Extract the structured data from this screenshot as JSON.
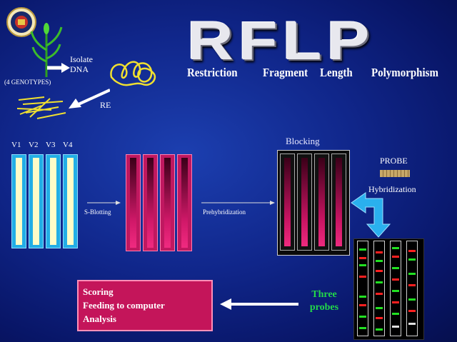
{
  "title": "RFLP",
  "subtitle": {
    "word1": "Restriction",
    "word2": "Fragment",
    "word3": "Length",
    "word4": "Polymorphism"
  },
  "top_left": {
    "genotypes_label": "(4 GENOTYPES)",
    "isolate_dna": "Isolate DNA",
    "re_label": "RE"
  },
  "lanes": {
    "labels": [
      "V1",
      "V2",
      "V3",
      "V4"
    ]
  },
  "steps": {
    "s_blotting": "S-Blotting",
    "prehybridization": "Prehybridization",
    "blocking": "Blocking",
    "probe": "PROBE",
    "hybridization": "Hybridization",
    "three_probes": "Three probes"
  },
  "output_box": {
    "line1": "Scoring",
    "line2": "Feeding to computer",
    "line3": "Analysis"
  },
  "colors": {
    "background": "#10268a",
    "blue_lane": "#22aee6",
    "pink_lane": "#c01860",
    "score_box": "#c4155a",
    "three_probes_text": "#22d84a",
    "probe_bar": "#c8a868"
  },
  "icons": [
    "emblem-icon",
    "plant-icon",
    "dna-coil-icon",
    "dna-fragments-icon",
    "bent-arrow-icon"
  ]
}
